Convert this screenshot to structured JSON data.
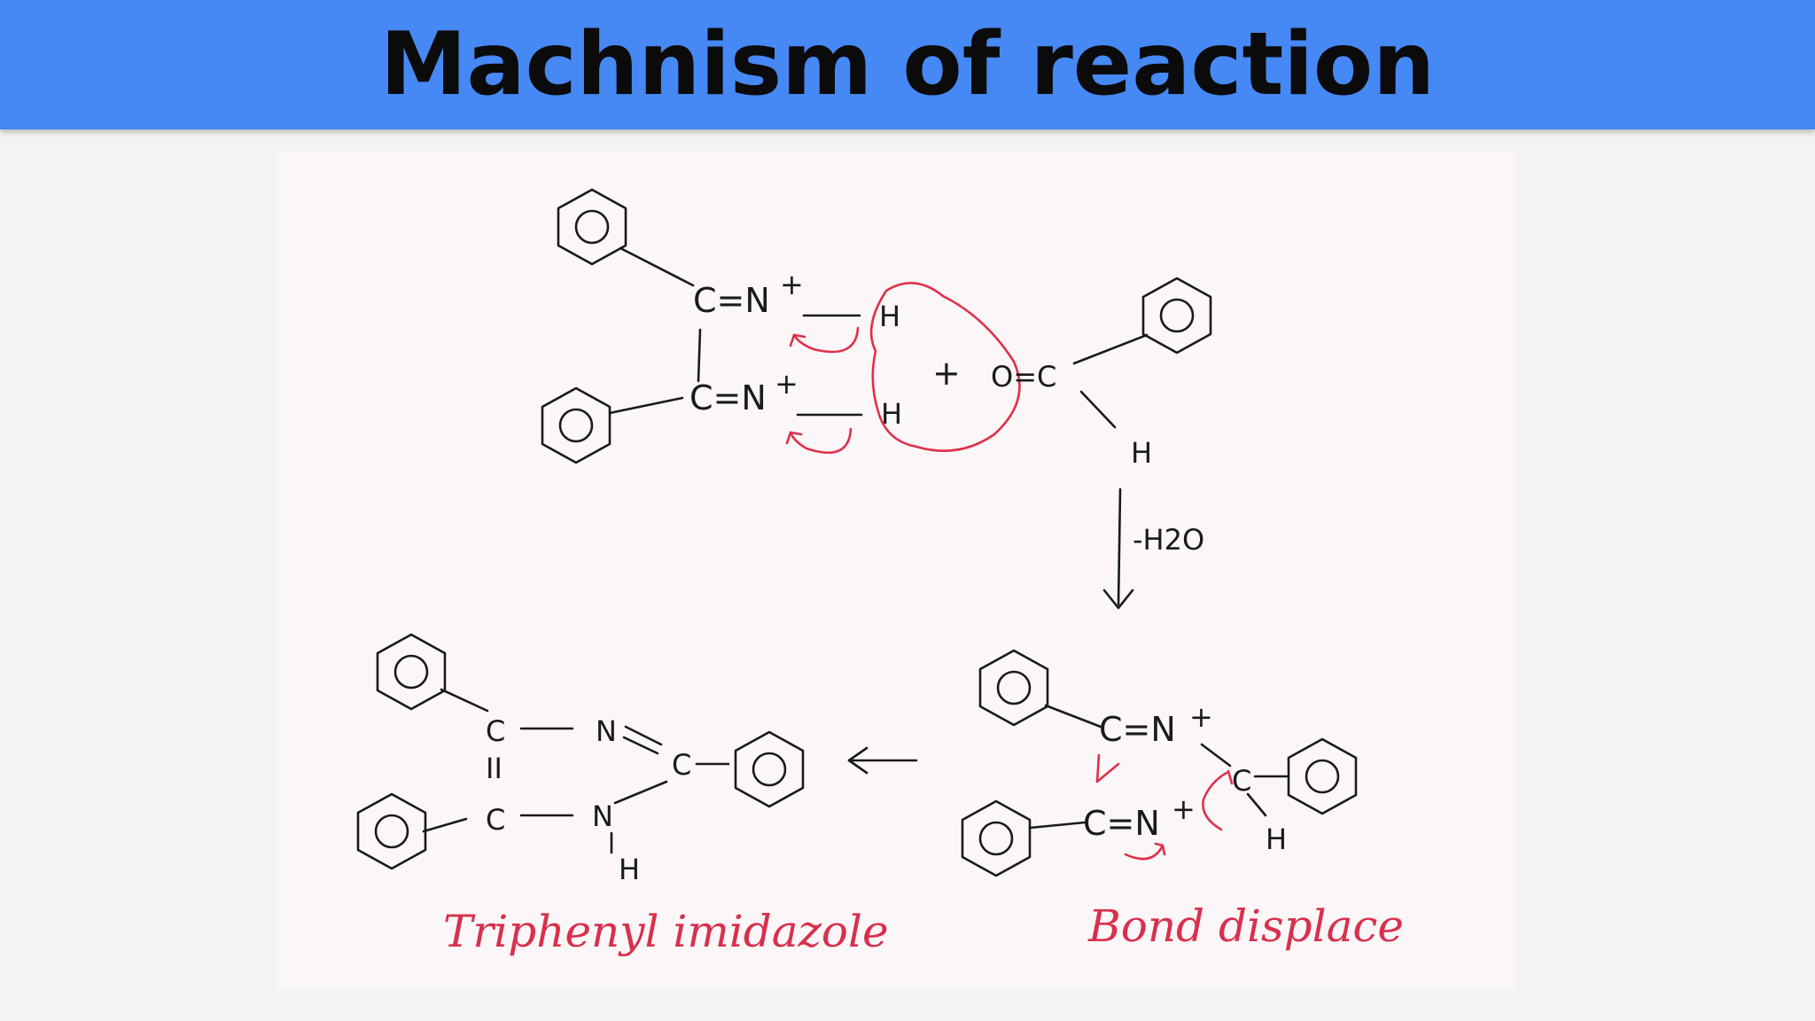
{
  "title": "Machnism of reaction",
  "colors": {
    "banner": "#4688f4",
    "ink": "#1a1a1a",
    "red_ink": "#e0304a",
    "paper": "#fbf6f7"
  },
  "reactant": {
    "row1": "C=N",
    "row2": "C=N",
    "charge": "+",
    "h": "H",
    "plus": "+",
    "carbonyl": "O=C",
    "aldehyde_h": "H"
  },
  "step": {
    "label": "-H2O"
  },
  "intermediate": {
    "row1": "C=N",
    "row2": "C=N",
    "charge": "+",
    "carbon": "C",
    "h": "H"
  },
  "product": {
    "c_top": "C",
    "n_top": "N",
    "c_right": "C",
    "double": "II",
    "c_bottom": "C",
    "n_bottom": "N",
    "h": "H"
  },
  "captions": {
    "product": "Triphenyl imidazole",
    "intermediate": "Bond displace"
  }
}
